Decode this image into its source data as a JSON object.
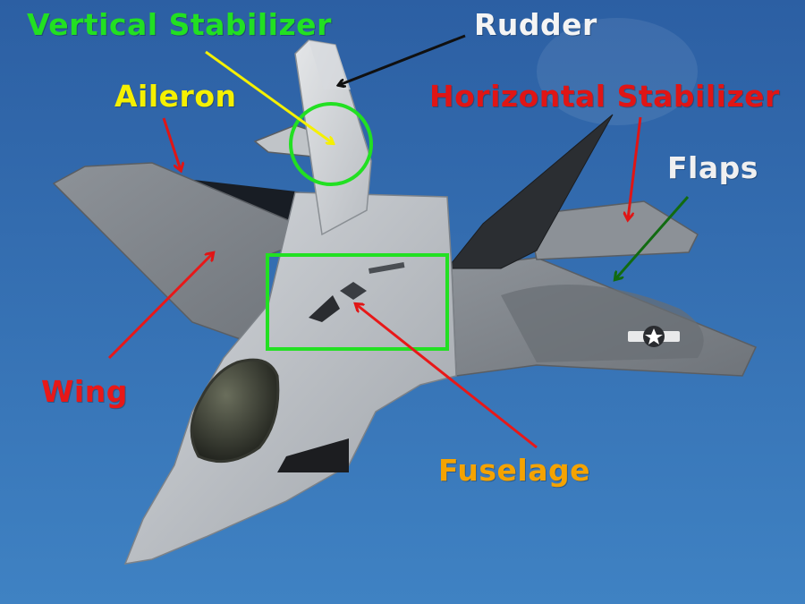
{
  "labels": {
    "vertical_stabilizer": "Vertical Stabilizer",
    "rudder": "Rudder",
    "aileron": "Aileron",
    "horizontal_stabilizer": "Horizontal Stabilizer",
    "flaps": "Flaps",
    "wing": "Wing",
    "fuselage": "Fuselage"
  },
  "colors": {
    "sky_top": "#2f62a6",
    "sky_bottom": "#3d7fc0",
    "vertical_stabilizer": "#22e022",
    "rudder": "#f4f4f4",
    "aileron": "#f5f000",
    "horizontal_stabilizer": "#e01515",
    "flaps": "#f0f0f0",
    "wing": "#e81818",
    "fuselage": "#f5a300",
    "arrow_rudder": "#101010",
    "arrow_flaps": "#116b11",
    "highlight": "#22e022"
  }
}
